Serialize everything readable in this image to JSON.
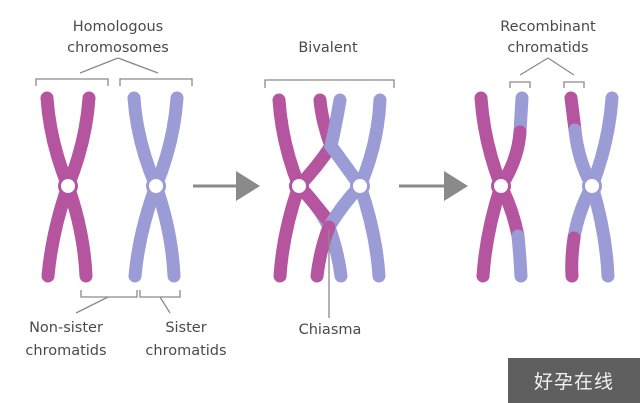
{
  "labels": {
    "homologous_line1": "Homologous",
    "homologous_line2": "chromosomes",
    "bivalent": "Bivalent",
    "recombinant_line1": "Recombinant",
    "recombinant_line2": "chromatids",
    "nonsister_line1": "Non-sister",
    "nonsister_line2": "chromatids",
    "sister_line1": "Sister",
    "sister_line2": "chromatids",
    "chiasma": "Chiasma"
  },
  "watermark": "好孕在线",
  "colors": {
    "pink": "#b5549f",
    "blue": "#9b9bd6",
    "label": "#4a4a4a",
    "arrow": "#8a8a8a"
  }
}
